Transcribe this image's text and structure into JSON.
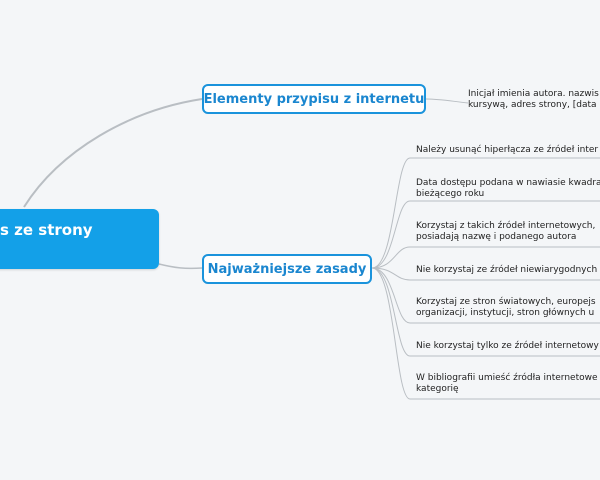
{
  "root": {
    "label": "s ze strony"
  },
  "branches": [
    {
      "label": "Elementy przypisu z internetu",
      "leaves": [
        "Inicjał imienia autora. nazwis\nkursywą, adres strony, [data"
      ]
    },
    {
      "label": "Najważniejsze zasady",
      "leaves": [
        "Należy usunąć hiperłącza ze źródeł inter",
        "Data dostępu podana w nawiasie kwadra\nbieżącego roku",
        "Korzystaj z takich źródeł internetowych,\nposiadają nazwę i podanego autora",
        "Nie korzystaj ze źródeł niewiarygodnych",
        "Korzystaj ze stron światowych, europejs\norganizacji, instytucji, stron głównych u",
        "Nie korzystaj tylko ze źródeł internetowy",
        "W bibliografii umieść źródła internetowe\nkategorię"
      ]
    }
  ],
  "colors": {
    "root_fill": "#13a0e8",
    "branch_border": "#1a93dc",
    "branch_text": "#1a86cf",
    "connector": "#b9bec3",
    "background": "#f4f6f8"
  }
}
